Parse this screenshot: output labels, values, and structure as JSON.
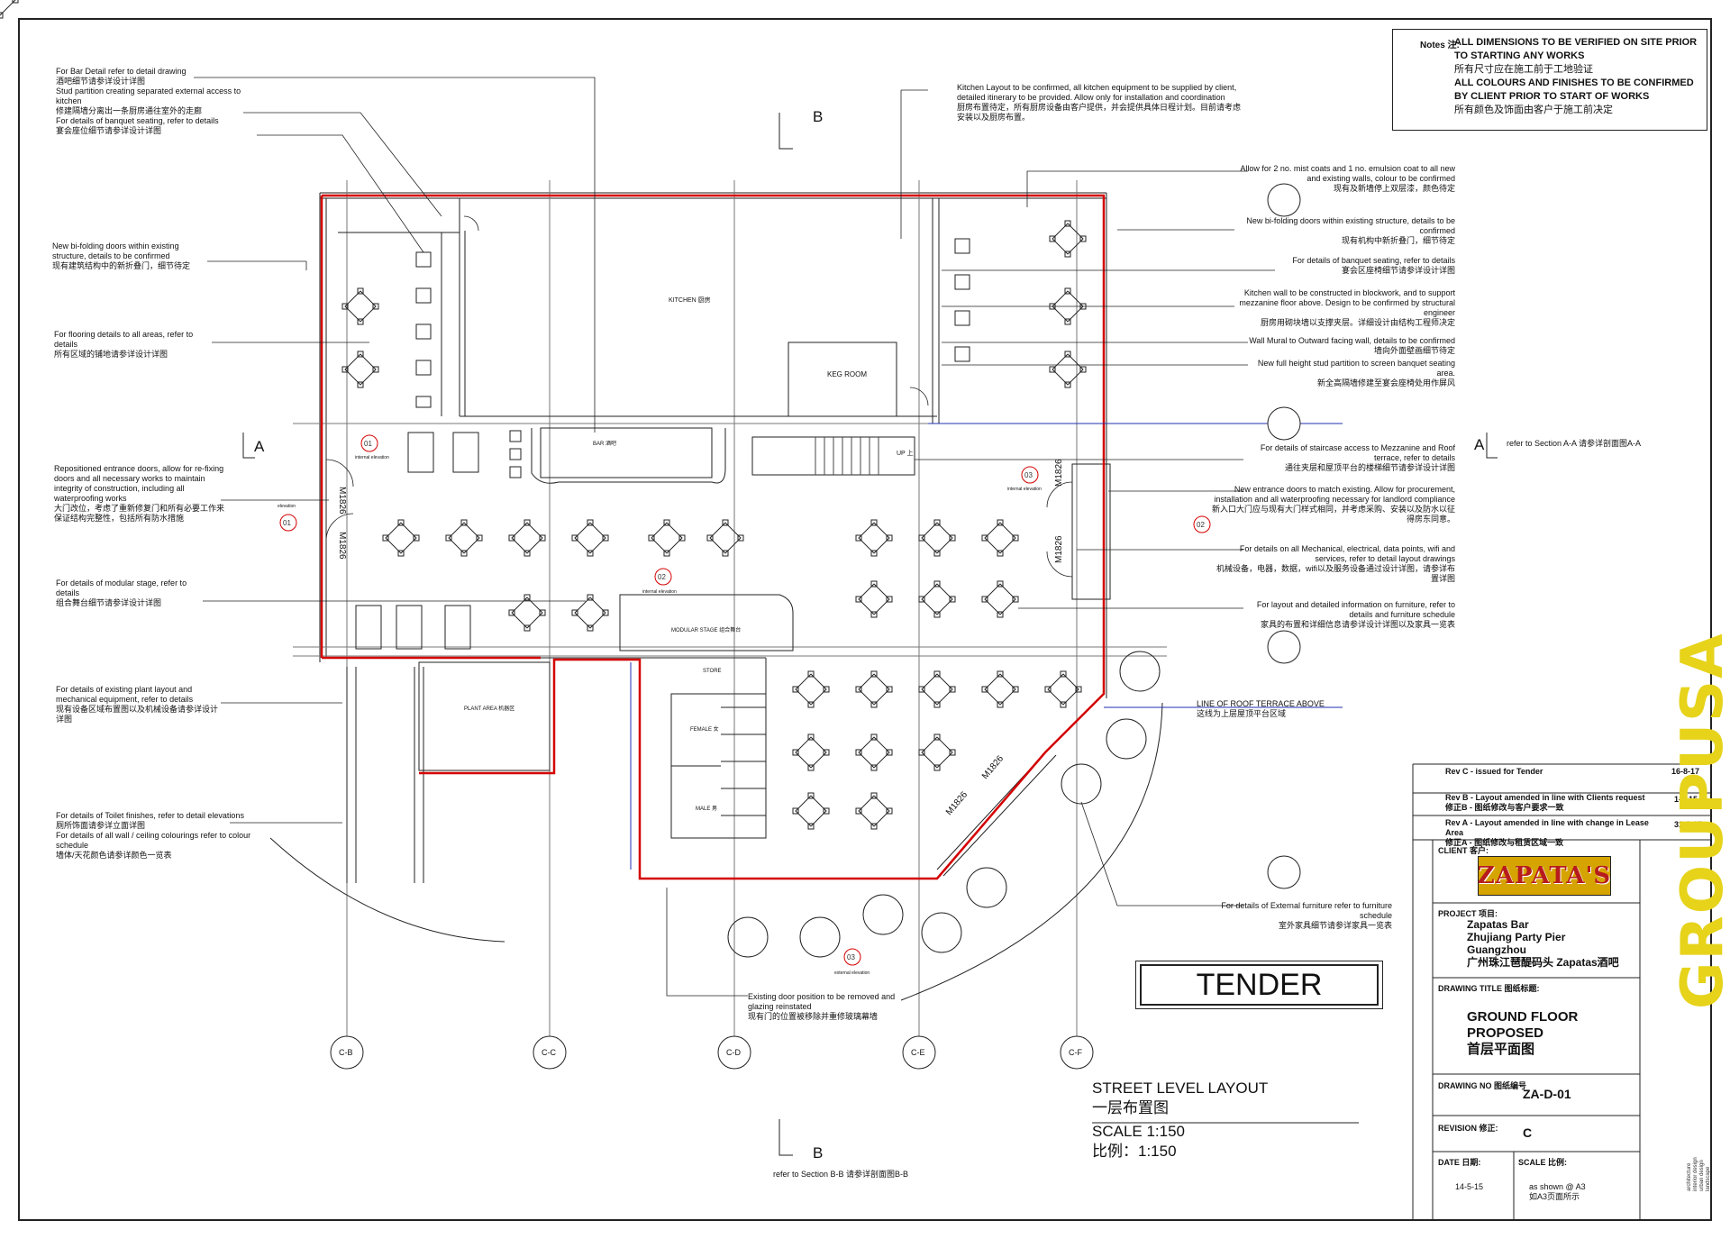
{
  "notes_box": {
    "label": "Notes 注:",
    "line1": "ALL DIMENSIONS TO BE VERIFIED ON SITE PRIOR TO STARTING ANY WORKS",
    "line1_zh": "所有尺寸应在施工前于工地验证",
    "line2": "ALL COLOURS AND FINISHES TO BE CONFIRMED BY CLIENT PRIOR TO START OF WORKS",
    "line2_zh": "所有颜色及饰面由客户于施工前决定"
  },
  "left_notes": [
    {
      "en": "For Bar Detail refer to detail drawing",
      "zh": "酒吧细节请参详设计详图"
    },
    {
      "en": "Stud partition creating separated external access to kitchen",
      "zh": "修建隔墙分离出一条厨房通往室外的走廊"
    },
    {
      "en": "For details of banquet seating, refer to details",
      "zh": "宴会座位细节请参详设计详图"
    },
    {
      "en": "New bi-folding doors within existing structure, details to be confirmed",
      "zh": "现有建筑结构中的新折叠门，细节待定"
    },
    {
      "en": "For flooring details to all areas, refer to details",
      "zh": "所有区域的铺地请参详设计详图"
    },
    {
      "en": "Repositioned entrance doors, allow for re-fixing doors and all necessary works to maintain integrity of construction, including all waterproofing works",
      "zh": "大门改位，考虑了重新修复门和所有必要工作来保证结构完整性，包括所有防水措施"
    },
    {
      "en": "For details of modular stage, refer to details",
      "zh": "组合舞台细节请参详设计详图"
    },
    {
      "en": "For details of existing plant layout and mechanical equipment, refer to details",
      "zh": "现有设备区域布置图以及机械设备请参详设计详图"
    },
    {
      "en": "For details of Toilet finishes, refer to detail elevations",
      "zh": "厕所饰面请参详立面详图"
    },
    {
      "en": "For details of all wall / ceiling colourings refer to colour schedule",
      "zh": "墙体/天花颜色请参详颜色一览表"
    }
  ],
  "kitchen_note": {
    "en": "Kitchen Layout to be confirmed, all kitchen equipment to be supplied by client, detailed itinerary to be provided. Allow only for installation and coordination",
    "zh": "厨房布置待定，所有厨房设备由客户提供，并会提供具体日程计划。目前请考虑安装以及厨房布置。"
  },
  "right_notes": [
    {
      "en": "Allow for 2 no. mist coats and 1 no. emulsion coat to all new and existing walls, colour to be confirmed",
      "zh": "现有及新墙停上双层漆，颜色待定"
    },
    {
      "en": "New bi-folding doors within existing structure, details to be confirmed",
      "zh": "现有机构中新折叠门，细节待定"
    },
    {
      "en": "For details of banquet seating, refer to details",
      "zh": "宴会区座椅细节请参详设计详图"
    },
    {
      "en": "Kitchen wall to be constructed in blockwork, and to support mezzanine floor above. Design to be confirmed by structural engineer",
      "zh": "厨房用砌块墙以支撑夹层。详细设计由结构工程师决定"
    },
    {
      "en": "Wall Mural to Outward facing wall, details to be confirmed",
      "zh": "墙向外面壁画细节待定"
    },
    {
      "en": "New full height stud partition to screen banquet seating area.",
      "zh": "新全高隔墙修建至宴会座椅处用作屏风"
    },
    {
      "en": "For details of staircase access to Mezzanine and Roof terrace, refer to details",
      "zh": "通往夹层和屋顶平台的楼梯细节请参详设计详图"
    },
    {
      "en": "New entrance doors to match existing. Allow for procurement, installation and all waterproofing necessary for landlord compliance",
      "zh": "新入口大门应与现有大门样式相同，并考虑采购、安装以及防水以征得房东同意。"
    },
    {
      "en": "For details on all Mechanical, electrical, data points, wifi and services, refer to detail layout drawings",
      "zh": "机械设备，电器，数据，wifi以及服务设备通过设计详图，请参详布置详图"
    },
    {
      "en": "For layout and detailed information on furniture, refer to details and furniture schedule",
      "zh": "家具的布置和详细信息请参详设计详图以及家具一览表"
    }
  ],
  "roof_terrace_note": {
    "en": "LINE OF ROOF TERRACE ABOVE",
    "zh": "这线为上层屋顶平台区域"
  },
  "external_furniture_note": {
    "en": "For details of External furniture refer to furniture schedule",
    "zh": "室外家具细节请参详家具一览表"
  },
  "existing_door_note": {
    "en": "Existing door position to be removed and glazing reinstated",
    "zh": "现有门的位置被移除并重修玻璃幕墙"
  },
  "section_refs": {
    "a_label": "A",
    "b_label": "B",
    "a_ref": "refer to Section A-A 请参详剖面图A-A",
    "b_ref": "refer to Section B-B 请参详剖面图B-B"
  },
  "room_labels": {
    "kitchen": "KITCHEN 厨房",
    "keg_room": "KEG ROOM",
    "bar": "BAR 酒吧",
    "up": "UP 上",
    "modular_stage": "MODULAR STAGE 组合舞台",
    "store": "STORE",
    "female": "FEMALE 女",
    "male": "MALE 男",
    "plant_area": "PLANT AREA 机器区",
    "internal_elevation": "internal elevation",
    "external_elevation": "external elevation",
    "elevation": "elevation",
    "door_tag": "M1826"
  },
  "elevation_tags": [
    "01",
    "02",
    "03",
    "02",
    "03",
    "01"
  ],
  "grid_labels_bottom": [
    "C-B",
    "C-C",
    "C-D",
    "C-E",
    "C-F"
  ],
  "tender": "TENDER",
  "layout_title": {
    "en": "STREET LEVEL LAYOUT",
    "zh": "一层布置图",
    "scale": "SCALE 1:150",
    "scale_zh": "比例：1:150"
  },
  "revisions": [
    {
      "text": "Rev C - issued for Tender",
      "zh": "",
      "date": "16-8-17"
    },
    {
      "text": "Rev B - Layout amended in line with Clients request",
      "zh": "修正B - 图纸修改与客户要求一致",
      "date": "1-9-15"
    },
    {
      "text": "Rev A - Layout amended in line with change in Lease Area",
      "zh": "修正A - 图纸修改与租赁区域一致",
      "date": "31-8-15"
    }
  ],
  "title_block": {
    "client_label": "CLIENT 客户:",
    "client_logo": "ZAPATA'S",
    "project_label": "PROJECT 项目:",
    "project_lines": [
      "Zapatas Bar",
      "Zhujiang Party Pier",
      "Guangzhou",
      "广州珠江琶醍码头 Zapatas酒吧"
    ],
    "drawing_title_label": "DRAWING TITLE 图纸标题:",
    "drawing_title_lines": [
      "GROUND FLOOR",
      "PROPOSED",
      "首层平面图"
    ],
    "drawing_no_label": "DRAWING NO 图纸编号",
    "drawing_no": "ZA-D-01",
    "revision_label": "REVISION 修正:",
    "revision": "C",
    "date_label": "DATE 日期:",
    "date": "14-5-15",
    "scale_label": "SCALE 比例:",
    "scale_lines": [
      "as shown @ A3",
      "如A3页面所示"
    ]
  },
  "brand": {
    "name": "GROUPUSA",
    "sub": [
      "architecture",
      "interior design",
      "urban design",
      "landscape"
    ]
  },
  "colors": {
    "line": "#222222",
    "red_boundary": "#d40000",
    "blue_line": "#1f2fb0",
    "logo_bg": "#d6a400",
    "logo_text": "#b71c1c",
    "brand_yellow": "#e6d31a"
  }
}
